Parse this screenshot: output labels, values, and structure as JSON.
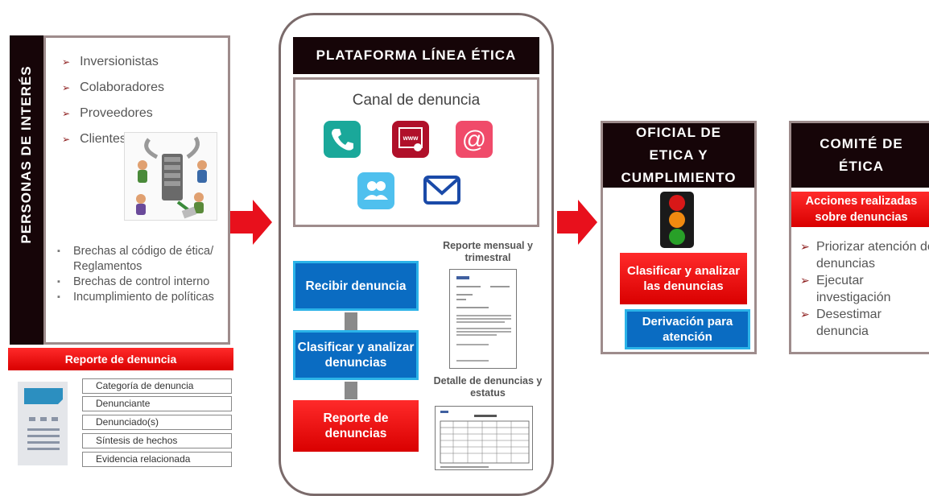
{
  "stakeholders": {
    "title": "PERSONAS DE INTERÉS",
    "groups": [
      "Inversionistas",
      "Colaboradores",
      "Proveedores",
      "Clientes"
    ],
    "breaches": [
      "Brechas al código de ética/ Reglamentos",
      "Brechas de control interno",
      "Incumplimiento de políticas"
    ],
    "report_label": "Reporte de denuncia",
    "report_fields": [
      "Categoría de denuncia",
      "Denunciante",
      "Denunciado(s)",
      "Síntesis de hechos",
      "Evidencia relacionada"
    ]
  },
  "platform": {
    "title": "PLATAFORMA LÍNEA ÉTICA",
    "canal_title": "Canal de denuncia",
    "channel_icons": [
      "phone-icon",
      "web-icon",
      "at-sign-icon",
      "users-icon",
      "mail-icon"
    ],
    "steps": [
      "Recibir denuncia",
      "Clasificar y analizar denuncias",
      "Reporte de denuncias"
    ],
    "report_monthly": "Reporte mensual y trimestral",
    "report_detail": "Detalle de denuncias y estatus"
  },
  "oficial": {
    "title": "OFICIAL DE ETICA Y CUMPLIMIENTO",
    "classify": "Clasificar y analizar las denuncias",
    "derivation": "Derivación para atención"
  },
  "comite": {
    "title": "COMITÉ DE ÉTICA",
    "actions_label": "Acciones realizadas sobre denuncias",
    "actions": [
      "Priorizar atención de denuncias",
      "Ejecutar investigación",
      "Desestimar denuncia"
    ]
  },
  "colors": {
    "dark_header": "#160508",
    "accent_red": "#e8000f",
    "step_blue": "#0a6cc2",
    "border_gray": "#9e8c8c"
  }
}
